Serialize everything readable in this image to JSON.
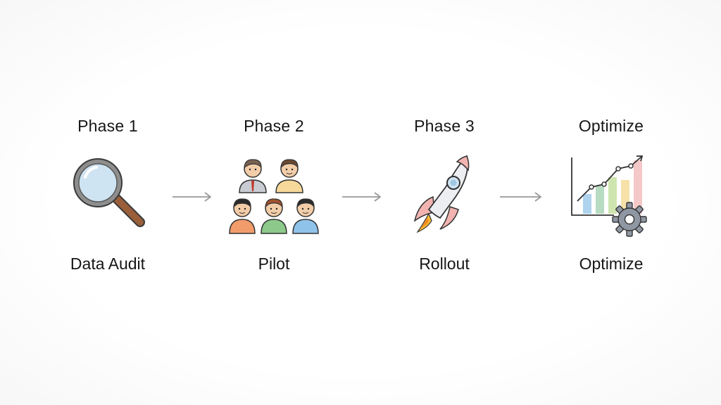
{
  "phases": [
    {
      "title": "Phase 1",
      "label": "Data Audit",
      "icon": "magnifying-glass-icon"
    },
    {
      "title": "Phase 2",
      "label": "Pilot",
      "icon": "team-icon"
    },
    {
      "title": "Phase 3",
      "label": "Rollout",
      "icon": "rocket-icon"
    },
    {
      "title": "Optimize",
      "label": "Optimize",
      "icon": "chart-gear-icon"
    }
  ],
  "colors": {
    "text": "#161616",
    "arrow": "#9a9a9a",
    "lens": "#cfe4f3",
    "handle": "#9a5f3a",
    "gear": "#8f97a3"
  }
}
